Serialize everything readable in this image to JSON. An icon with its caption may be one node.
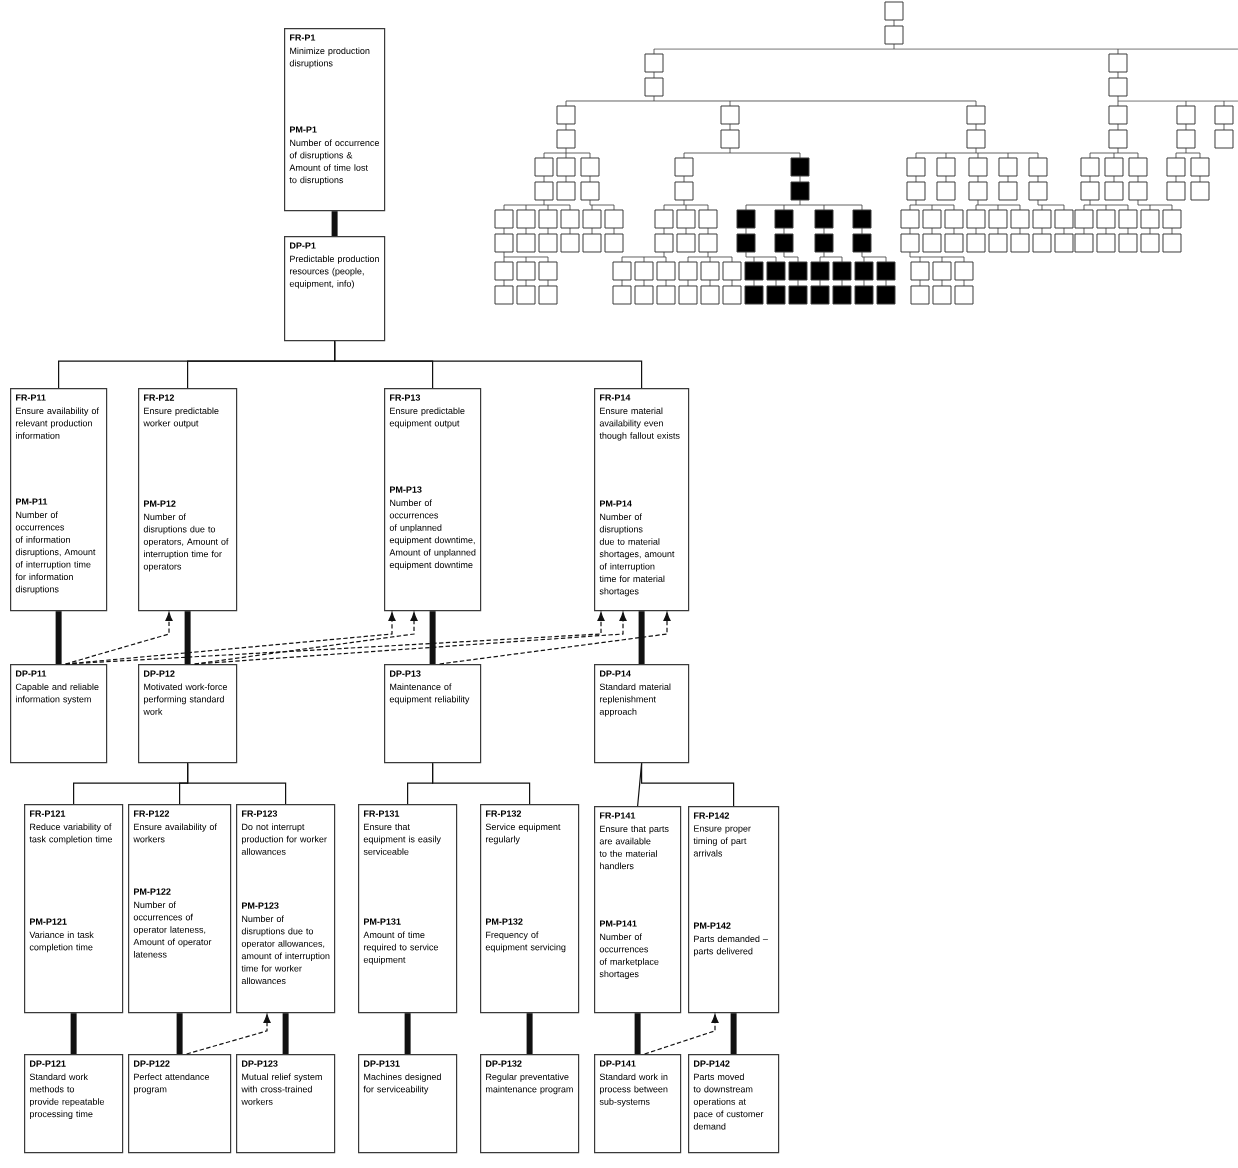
{
  "diagram": {
    "nodes": [
      {
        "text": [
          "FR-P1",
          "Minimize production disruptions",
          "PM-P1",
          "Number of occurrence of disruptions & Amount of time lost to disruptions"
        ]
      },
      {
        "text": [
          "DP-P1",
          "Predictable production resources (people, equipment, info)"
        ]
      },
      {
        "text": [
          "FR-P11",
          "Ensure availability of relevant production information",
          "PM-P11",
          "Number of occurrences of information disruptions, Amount of interruption time for information disruptions"
        ]
      },
      {
        "text": [
          "FR-P12",
          "Ensure predictable worker output",
          "PM-P12",
          "Number of disruptions due to operators, Amount of interruption time for operators"
        ]
      },
      {
        "text": [
          "FR-P13",
          "Ensure predictable equipment output",
          "PM-P13",
          "Number of occurrences of unplanned equipment downtime, Amount of unplanned equipment downtime"
        ]
      },
      {
        "text": [
          "FR-P14",
          "Ensure material availability even though fallout exists",
          "PM-P14",
          "Number of disruptions due to material shortages, amount of interruption time for material shortages"
        ]
      },
      {
        "text": [
          "DP-P11",
          "Capable and reliable information system"
        ]
      },
      {
        "text": [
          "DP-P12",
          "Motivated work-force performing standard work"
        ]
      },
      {
        "text": [
          "DP-P13",
          "Maintenance of equipment reliability"
        ]
      },
      {
        "text": [
          "DP-P14",
          "Standard material replenishment approach"
        ]
      },
      {
        "text": [
          "FR-P121",
          "Reduce variability of task completion time",
          "PM-P121",
          "Variance in task completion time"
        ]
      },
      {
        "text": [
          "FR-P122",
          "Ensure availability of workers",
          "PM-P122",
          "Number of occurrences of operator lateness, Amount of operator lateness"
        ]
      },
      {
        "text": [
          "FR-P123",
          "Do not interrupt production for worker allowances",
          "PM-P123",
          "Number of disruptions due to operator allowances, amount of interruption time for worker allowances"
        ]
      },
      {
        "text": [
          "FR-P131",
          "Ensure that equipment is easily serviceable",
          "PM-P131",
          "Amount of time required to service equipment"
        ]
      },
      {
        "text": [
          "FR-P132",
          "Service equipment regularly",
          "PM-P132",
          "Frequency of equipment servicing"
        ]
      },
      {
        "text": [
          "FR-P141",
          "Ensure that parts are available to the material handlers",
          "PM-P141",
          "Number of occurrences of marketplace shortages"
        ]
      },
      {
        "text": [
          "FR-P142",
          "Ensure proper timing of part arrivals",
          "PM-P142",
          "Parts demanded – parts delivered"
        ]
      },
      {
        "text": [
          "DP-P121",
          "Standard work methods to provide repeatable processing time"
        ]
      },
      {
        "text": [
          "DP-P122",
          "Perfect attendance program"
        ]
      },
      {
        "text": [
          "DP-P123",
          "Mutual relief system with cross-trained workers"
        ]
      },
      {
        "text": [
          "DP-P131",
          "Machines designed for serviceability"
        ]
      },
      {
        "text": [
          "DP-P132",
          "Regular preventative maintenance program"
        ]
      },
      {
        "text": [
          "DP-P141",
          "Standard work in process between sub-systems"
        ]
      },
      {
        "text": [
          "DP-P142",
          "Parts moved to downstream operations at pace of customer demand"
        ]
      }
    ],
    "edges": [
      {
        "from": 0,
        "to": 1,
        "arrow": "none",
        "style": "thick"
      },
      {
        "from": 1,
        "to": 2,
        "arrow": "none"
      },
      {
        "from": 1,
        "to": 3,
        "arrow": "none"
      },
      {
        "from": 1,
        "to": 4,
        "arrow": "none"
      },
      {
        "from": 1,
        "to": 5,
        "arrow": "none"
      },
      {
        "from": 2,
        "to": 6,
        "arrow": "none",
        "style": "thick"
      },
      {
        "from": 3,
        "to": 7,
        "arrow": "none",
        "style": "thick"
      },
      {
        "from": 4,
        "to": 8,
        "arrow": "none",
        "style": "thick"
      },
      {
        "from": 5,
        "to": 9,
        "arrow": "none",
        "style": "thick"
      },
      {
        "from": 6,
        "to": 3,
        "arrow": "to",
        "style": "dashed"
      },
      {
        "from": 6,
        "to": 4,
        "arrow": "to",
        "style": "dashed"
      },
      {
        "from": 6,
        "to": 5,
        "arrow": "to",
        "style": "dashed"
      },
      {
        "from": 7,
        "to": 4,
        "arrow": "to",
        "style": "dashed"
      },
      {
        "from": 7,
        "to": 5,
        "arrow": "to",
        "style": "dashed"
      },
      {
        "from": 8,
        "to": 5,
        "arrow": "to",
        "style": "dashed"
      },
      {
        "from": 7,
        "to": 10,
        "arrow": "none"
      },
      {
        "from": 7,
        "to": 11,
        "arrow": "none"
      },
      {
        "from": 7,
        "to": 12,
        "arrow": "none"
      },
      {
        "from": 8,
        "to": 13,
        "arrow": "none"
      },
      {
        "from": 8,
        "to": 14,
        "arrow": "none"
      },
      {
        "from": 9,
        "to": 15,
        "arrow": "none"
      },
      {
        "from": 9,
        "to": 16,
        "arrow": "none"
      },
      {
        "from": 10,
        "to": 17,
        "arrow": "none",
        "style": "thick"
      },
      {
        "from": 11,
        "to": 18,
        "arrow": "none",
        "style": "thick"
      },
      {
        "from": 12,
        "to": 19,
        "arrow": "none",
        "style": "thick"
      },
      {
        "from": 13,
        "to": 20,
        "arrow": "none",
        "style": "thick"
      },
      {
        "from": 14,
        "to": 21,
        "arrow": "none",
        "style": "thick"
      },
      {
        "from": 15,
        "to": 22,
        "arrow": "none",
        "style": "thick"
      },
      {
        "from": 16,
        "to": 23,
        "arrow": "none",
        "style": "thick"
      },
      {
        "from": 18,
        "to": 12,
        "arrow": "to",
        "style": "dashed"
      },
      {
        "from": 22,
        "to": 16,
        "arrow": "to",
        "style": "dashed"
      }
    ]
  }
}
